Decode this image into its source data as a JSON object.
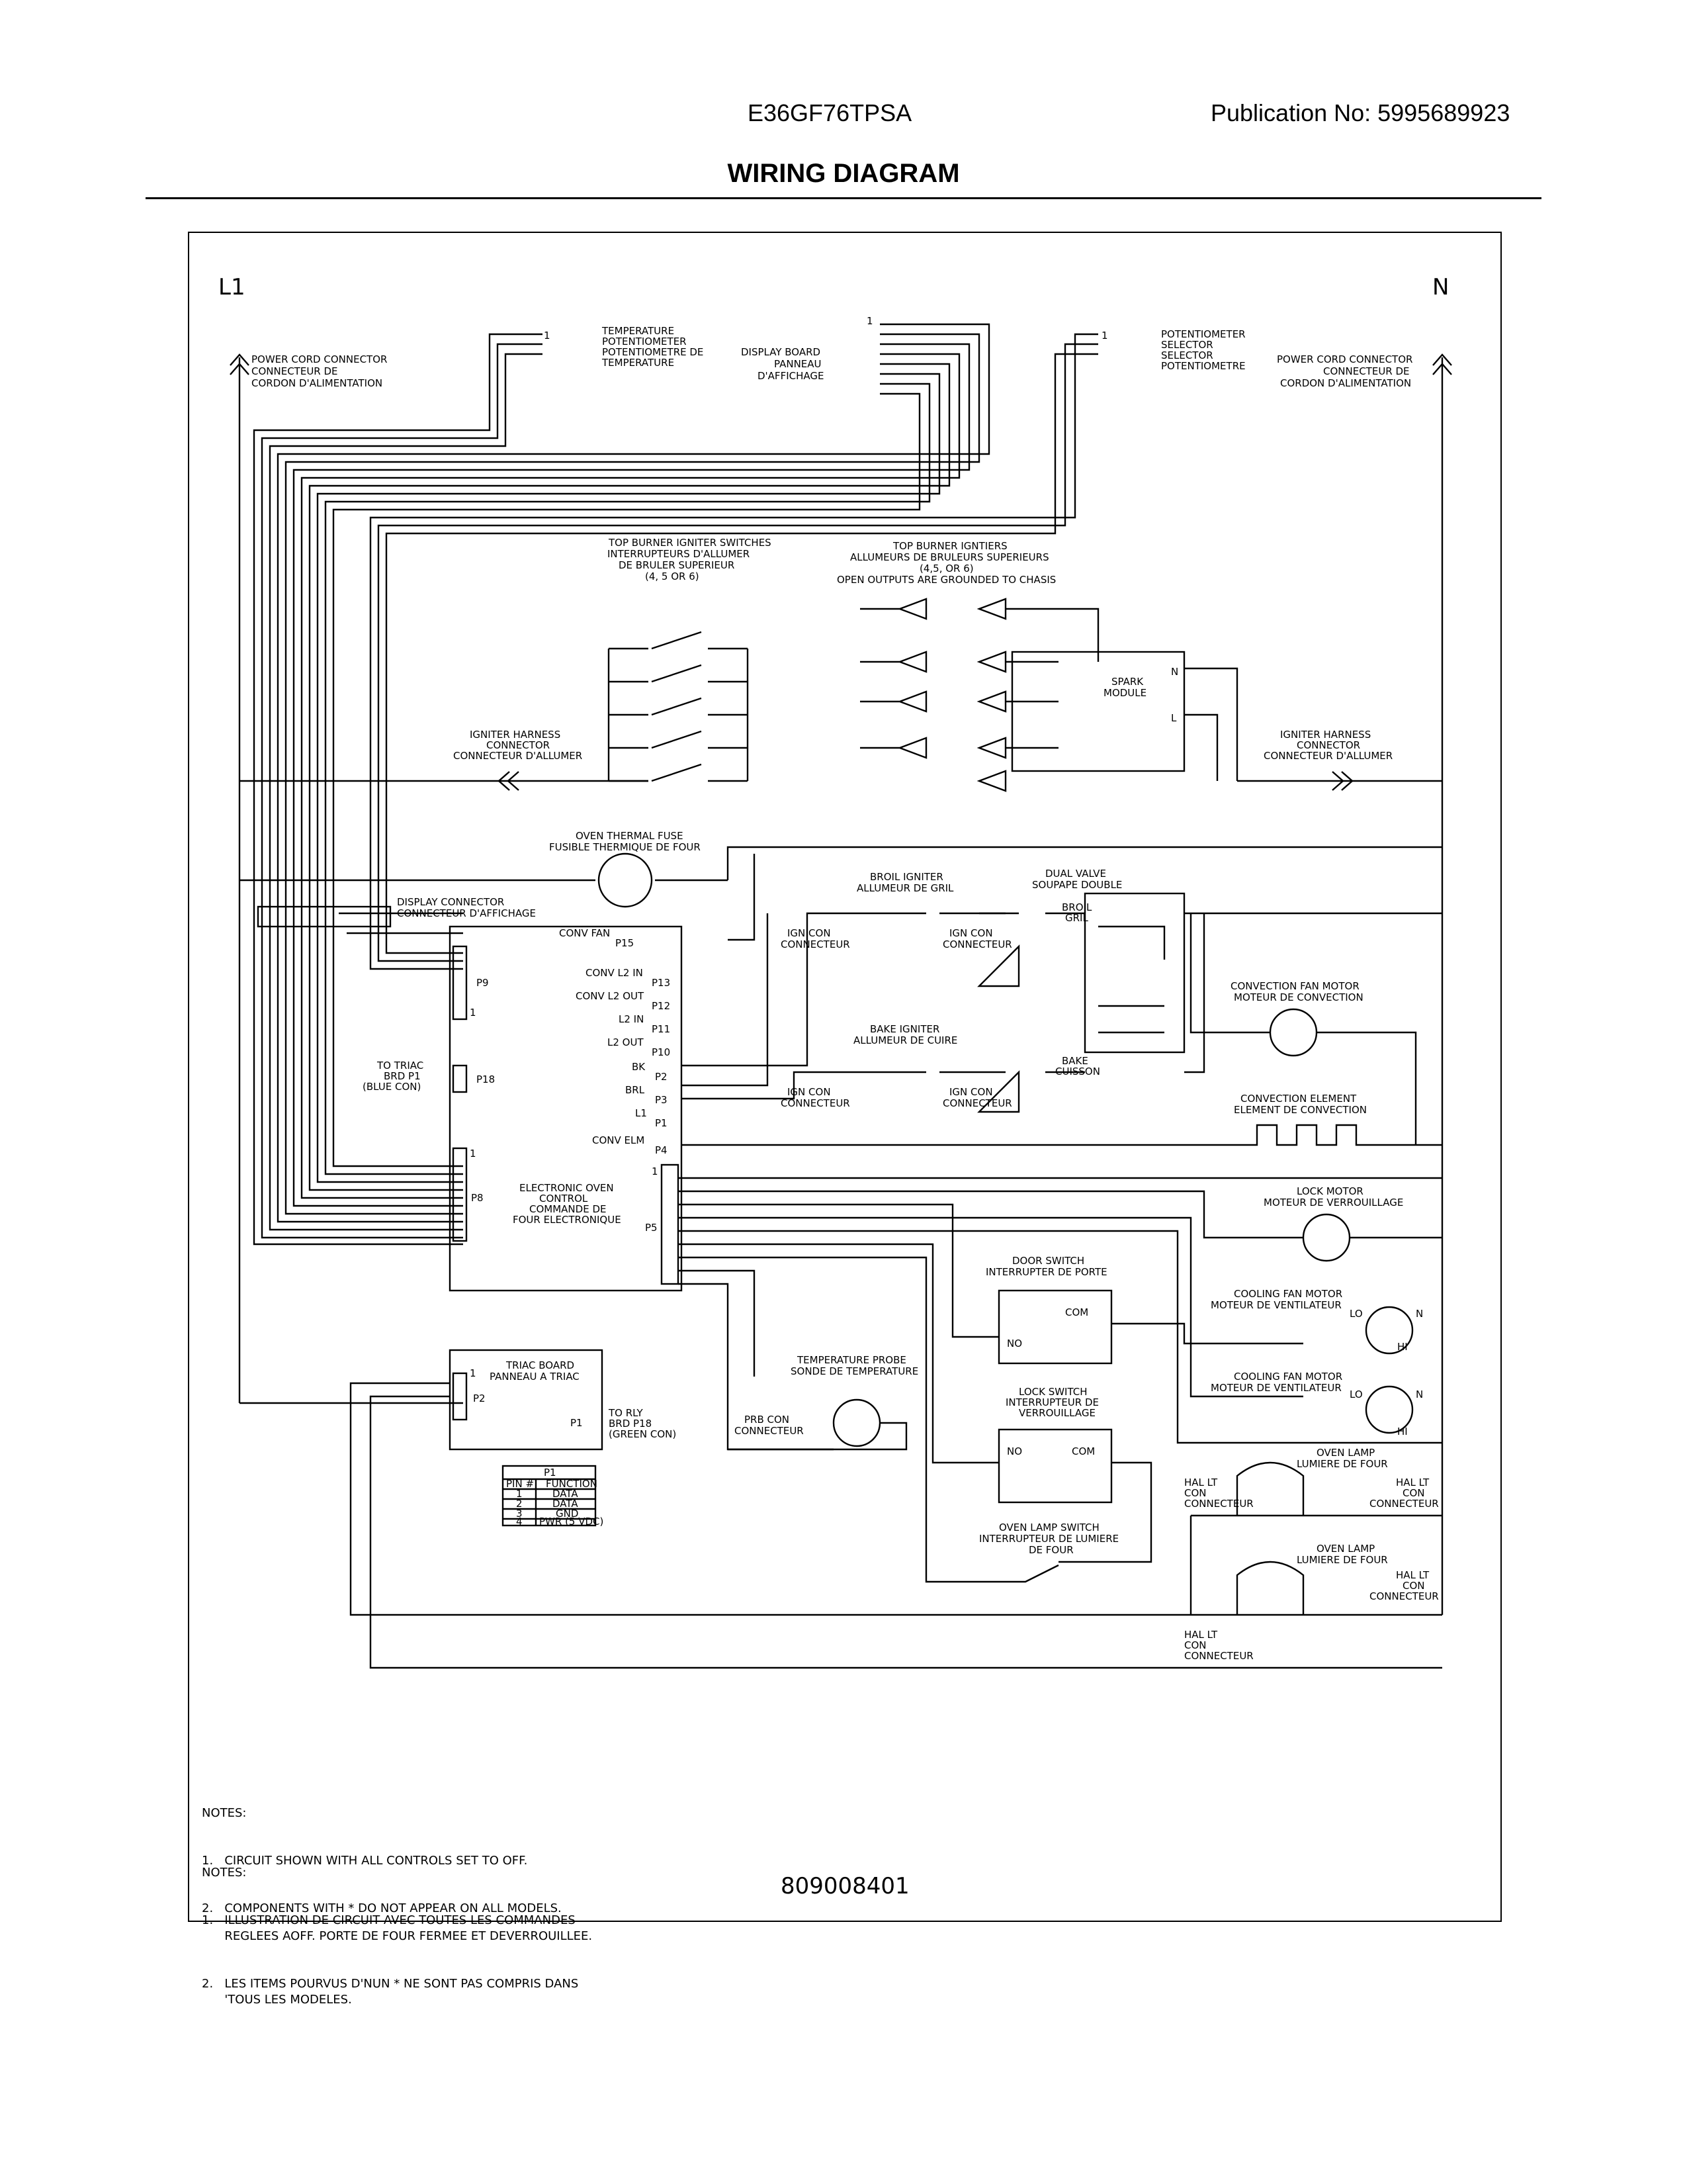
{
  "header": {
    "model": "E36GF76TPSA",
    "publication": "Publication No:  5995689923",
    "title": "WIRING DIAGRAM"
  },
  "lines": {
    "l1": "L1",
    "n": "N"
  },
  "labels": {
    "power_cord_left": [
      "POWER CORD CONNECTOR",
      "CONNECTEUR DE",
      "CORDON D'ALIMENTATION"
    ],
    "power_cord_right": [
      "POWER CORD CONNECTOR",
      "CONNECTEUR DE",
      "CORDON D'ALIMENTATION"
    ],
    "temp_pot": [
      "TEMPERATURE",
      "POTENTIOMETER",
      "POTENTIOMETRE DE",
      "TEMPERATURE"
    ],
    "display_board": [
      "DISPLAY BOARD",
      "PANNEAU",
      "D'AFFICHAGE"
    ],
    "pot_selector": [
      "POTENTIOMETER",
      "SELECTOR",
      "SELECTOR",
      "POTENTIOMETRE"
    ],
    "igniter_switches": [
      "TOP BURNER IGNITER SWITCHES",
      "INTERRUPTEURS D'ALLUMER",
      "DE BRULER SUPERIEUR",
      "(4, 5 OR 6)"
    ],
    "burner_igniters": [
      "TOP BURNER IGNTIERS",
      "ALLUMEURS DE BRULEURS SUPERIEURS",
      "(4,5, OR 6)",
      "OPEN OUTPUTS ARE GROUNDED TO CHASIS"
    ],
    "spark_module": [
      "SPARK",
      "MODULE"
    ],
    "igniter_harness_left": [
      "IGNITER HARNESS",
      "CONNECTOR",
      "CONNECTEUR D'ALLUMER"
    ],
    "igniter_harness_right": [
      "IGNITER HARNESS",
      "CONNECTOR",
      "CONNECTEUR D'ALLUMER"
    ],
    "thermal_fuse": [
      "OVEN THERMAL FUSE",
      "FUSIBLE THERMIQUE DE FOUR"
    ],
    "display_connector": [
      "DISPLAY CONNECTOR",
      "CONNECTEUR D'AFFICHAGE"
    ],
    "broil_igniter": [
      "BROIL IGNITER",
      "ALLUMEUR DE GRIL"
    ],
    "bake_igniter": [
      "BAKE IGNITER",
      "ALLUMEUR DE CUIRE"
    ],
    "ign_con": [
      "IGN CON",
      "CONNECTEUR"
    ],
    "dual_valve": [
      "DUAL VALVE",
      "SOUPAPE DOUBLE"
    ],
    "broil_gril": [
      "BROIL",
      "GRIL"
    ],
    "bake_cuisson": [
      "BAKE",
      "CUISSON"
    ],
    "conv_fan_motor": [
      "CONVECTION FAN MOTOR",
      "MOTEUR DE CONVECTION"
    ],
    "conv_element": [
      "CONVECTION ELEMENT",
      "ELEMENT DE CONVECTION"
    ],
    "lock_motor": [
      "LOCK MOTOR",
      "MOTEUR DE VERROUILLAGE"
    ],
    "door_switch": [
      "DOOR SWITCH",
      "INTERRUPTER DE PORTE"
    ],
    "cooling_fan": [
      "COOLING FAN MOTOR",
      "MOTEUR DE VENTILATEUR"
    ],
    "temp_probe": [
      "TEMPERATURE PROBE",
      "SONDE DE TEMPERATURE"
    ],
    "prb_con": [
      "PRB CON",
      "CONNECTEUR"
    ],
    "lock_switch": [
      "LOCK SWITCH",
      "INTERRUPTEUR DE",
      "VERROUILLAGE"
    ],
    "oven_lamp_switch": [
      "OVEN LAMP SWITCH",
      "INTERRUPTEUR DE LUMIERE",
      "DE FOUR"
    ],
    "oven_lamp": [
      "OVEN LAMP",
      "LUMIERE DE FOUR"
    ],
    "hal_lt": [
      "HAL LT",
      "CON",
      "CONNECTEUR"
    ],
    "triac_board": [
      "TRIAC BOARD",
      "PANNEAU A TRIAC"
    ],
    "to_rly": [
      "TO RLY",
      "BRD P18",
      "(GREEN CON)"
    ],
    "to_triac": [
      "TO TRIAC",
      "BRD P1",
      "(BLUE CON)"
    ],
    "control": [
      "ELECTRONIC OVEN",
      "CONTROL",
      "COMMANDE DE",
      "FOUR ELECTRONIQUE"
    ],
    "ports": {
      "conv_fan": "CONV FAN",
      "p15": "P15",
      "conv_l2_in": "CONV L2 IN",
      "p13": "P13",
      "conv_l2_out": "CONV L2 OUT",
      "p12": "P12",
      "l2_in": "L2 IN",
      "p11": "P11",
      "l2_out": "L2 OUT",
      "p10": "P10",
      "bk": "BK",
      "p2": "P2",
      "brl": "BRL",
      "p3": "P3",
      "l1": "L1",
      "p1": "P1",
      "conv_elm": "CONV ELM",
      "p4": "P4",
      "p9": "P9",
      "p18": "P18",
      "p8": "P8",
      "p5": "P5",
      "tb_p2": "P2",
      "tb_p1": "P1",
      "one": "1",
      "com": "COM",
      "no": "NO",
      "lo": "LO",
      "hi": "HI",
      "n": "N",
      "l": "L"
    },
    "p1_table": {
      "title": "P1",
      "head": [
        "PIN #",
        "FUNCTION"
      ],
      "rows": [
        [
          "1",
          "DATA"
        ],
        [
          "2",
          "DATA"
        ],
        [
          "3",
          "GND"
        ],
        [
          "4",
          "PWR (5 VDC)"
        ]
      ]
    }
  },
  "notes_en": {
    "head": "NOTES:",
    "n1": "1.   CIRCUIT SHOWN WITH ALL CONTROLS SET TO OFF.",
    "n2": "2.   COMPONENTS WITH * DO NOT APPEAR ON ALL MODELS."
  },
  "notes_fr": {
    "head": "NOTES:",
    "n1": "1.   ILLUSTRATION DE CIRCUIT AVEC TOUTES LES COMMANDES\n      REGLEES AOFF. PORTE DE FOUR FERMEE ET DEVERROUILLEE.",
    "n2": "2.   LES ITEMS POURVUS D'NUN * NE SONT PAS COMPRIS DANS\n      'TOUS LES MODELES."
  },
  "part_number": "809008401"
}
